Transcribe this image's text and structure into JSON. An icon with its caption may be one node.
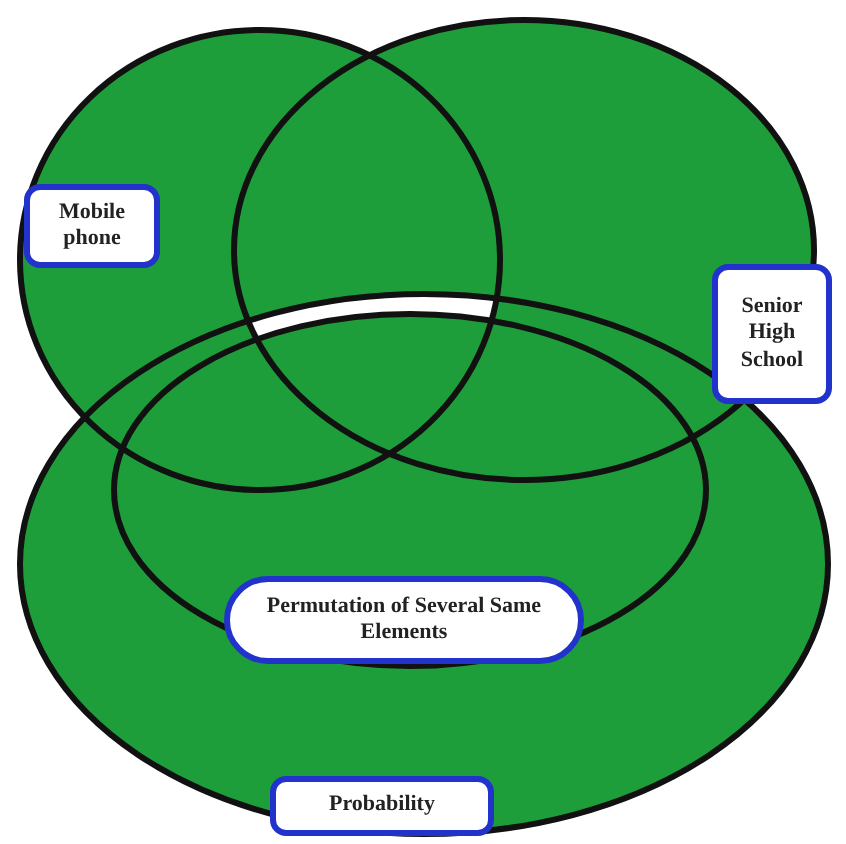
{
  "diagram": {
    "nodes": [
      {
        "text": [
          "Mobile phone"
        ]
      },
      {
        "text": [
          "Senior High School"
        ]
      },
      {
        "text": [
          "Permutation of Several Same Elements"
        ]
      },
      {
        "text": [
          "Probability"
        ]
      }
    ]
  }
}
